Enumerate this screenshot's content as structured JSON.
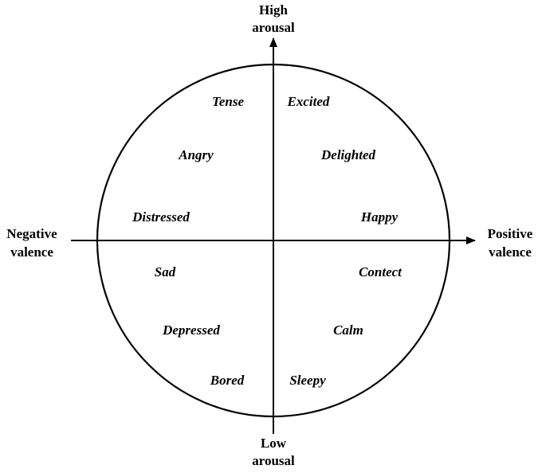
{
  "axes": {
    "top_label": [
      "High",
      "arousal"
    ],
    "bottom_label": [
      "Low",
      "arousal"
    ],
    "left_label": [
      "Negative",
      "valence"
    ],
    "right_label": [
      "Positive",
      "valence"
    ]
  },
  "emotions": [
    {
      "id": "tense",
      "label": "Tense"
    },
    {
      "id": "excited",
      "label": "Excited"
    },
    {
      "id": "angry",
      "label": "Angry"
    },
    {
      "id": "delighted",
      "label": "Delighted"
    },
    {
      "id": "distressed",
      "label": "Distressed"
    },
    {
      "id": "happy",
      "label": "Happy"
    },
    {
      "id": "sad",
      "label": "Sad"
    },
    {
      "id": "contect",
      "label": "Contect"
    },
    {
      "id": "depressed",
      "label": "Depressed"
    },
    {
      "id": "calm",
      "label": "Calm"
    },
    {
      "id": "bored",
      "label": "Bored"
    },
    {
      "id": "sleepy",
      "label": "Sleepy"
    }
  ],
  "colors": {
    "stroke": "#000000",
    "background": "#ffffff"
  }
}
